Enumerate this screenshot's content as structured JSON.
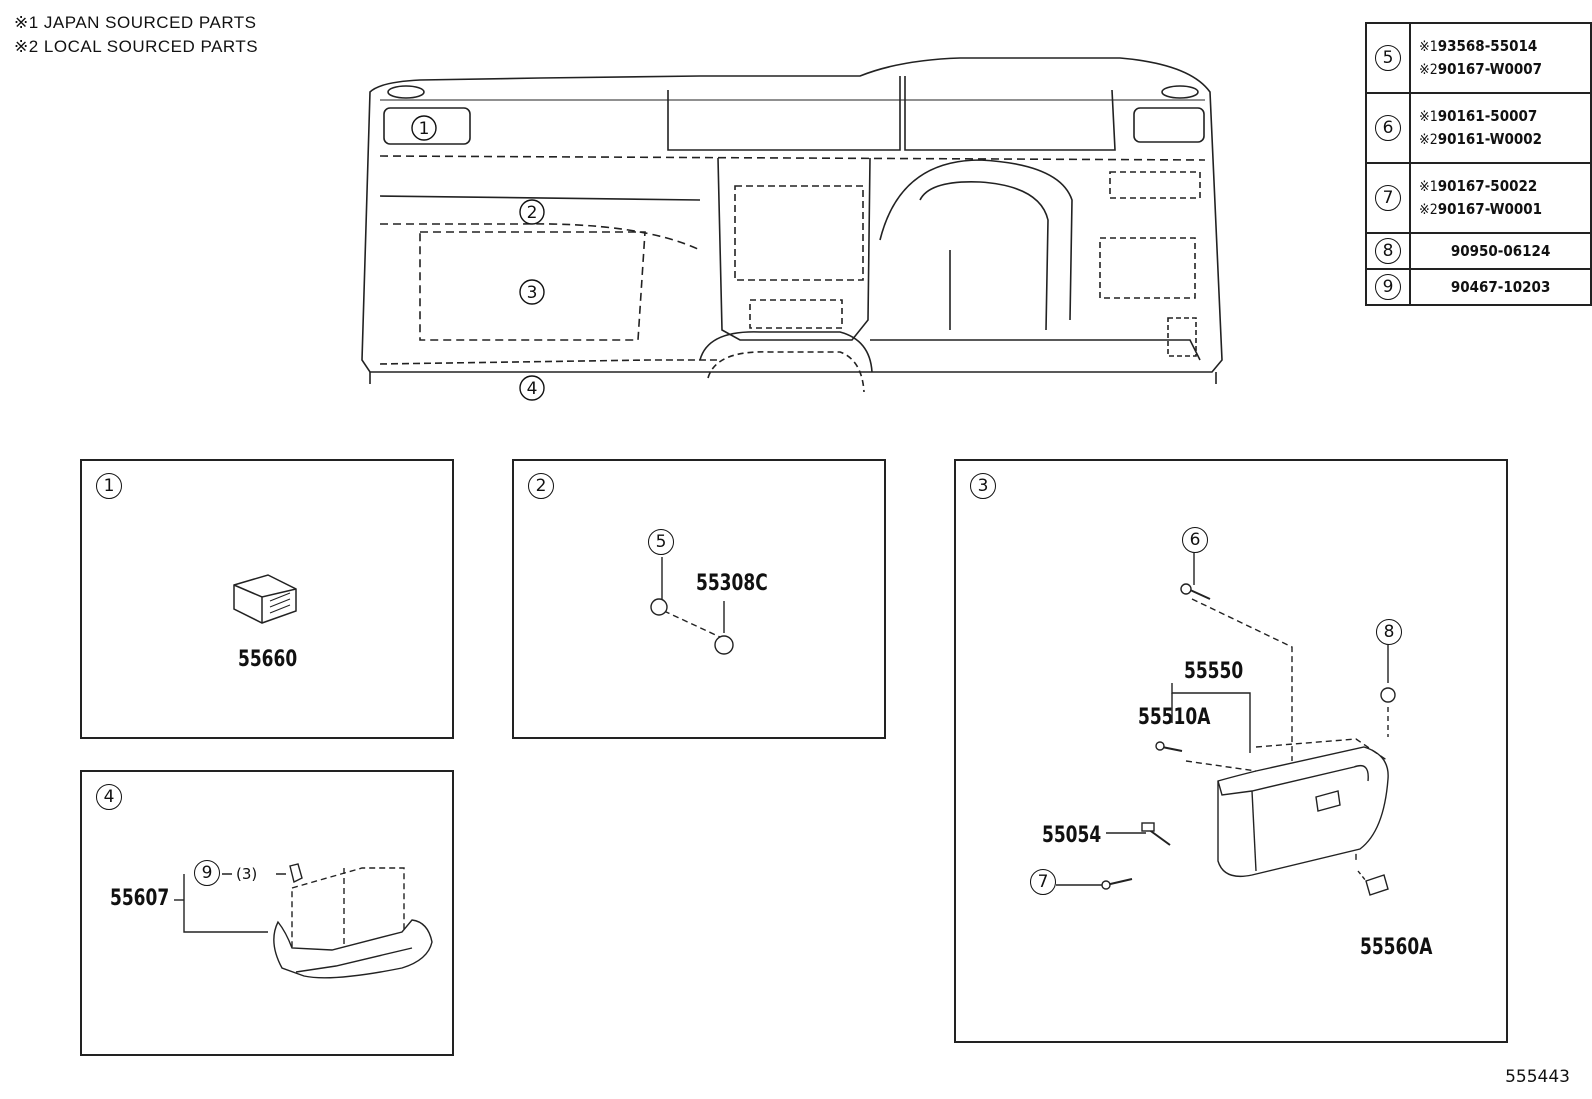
{
  "notes": [
    "※1 JAPAN SOURCED PARTS",
    "※2 LOCAL SOURCED PARTS"
  ],
  "parts_table": [
    {
      "num": "5",
      "j": "※1",
      "jpart": "93568-55014",
      "l": "※2",
      "lpart": "90167-W0007"
    },
    {
      "num": "6",
      "j": "※1",
      "jpart": "90161-50007",
      "l": "※2",
      "lpart": "90161-W0002"
    },
    {
      "num": "7",
      "j": "※1",
      "jpart": "90167-50022",
      "l": "※2",
      "lpart": "90167-W0001"
    },
    {
      "num": "8",
      "single": "90950-06124"
    },
    {
      "num": "9",
      "single": "90467-10203"
    }
  ],
  "overview_callouts": [
    "1",
    "2",
    "3",
    "4"
  ],
  "panels": {
    "p1": {
      "num": "1",
      "part": "55660"
    },
    "p2": {
      "num": "2",
      "callout": "5",
      "part": "55308C"
    },
    "p3": {
      "num": "3",
      "callouts": [
        "6",
        "8",
        "7"
      ],
      "parts": [
        "55550",
        "55510A",
        "55054",
        "55560A"
      ]
    },
    "p4": {
      "num": "4",
      "callout": "9",
      "qty": "(3)",
      "part": "55607"
    }
  },
  "ref_code": "555443",
  "colors": {
    "line": "#222222",
    "background": "#ffffff"
  }
}
